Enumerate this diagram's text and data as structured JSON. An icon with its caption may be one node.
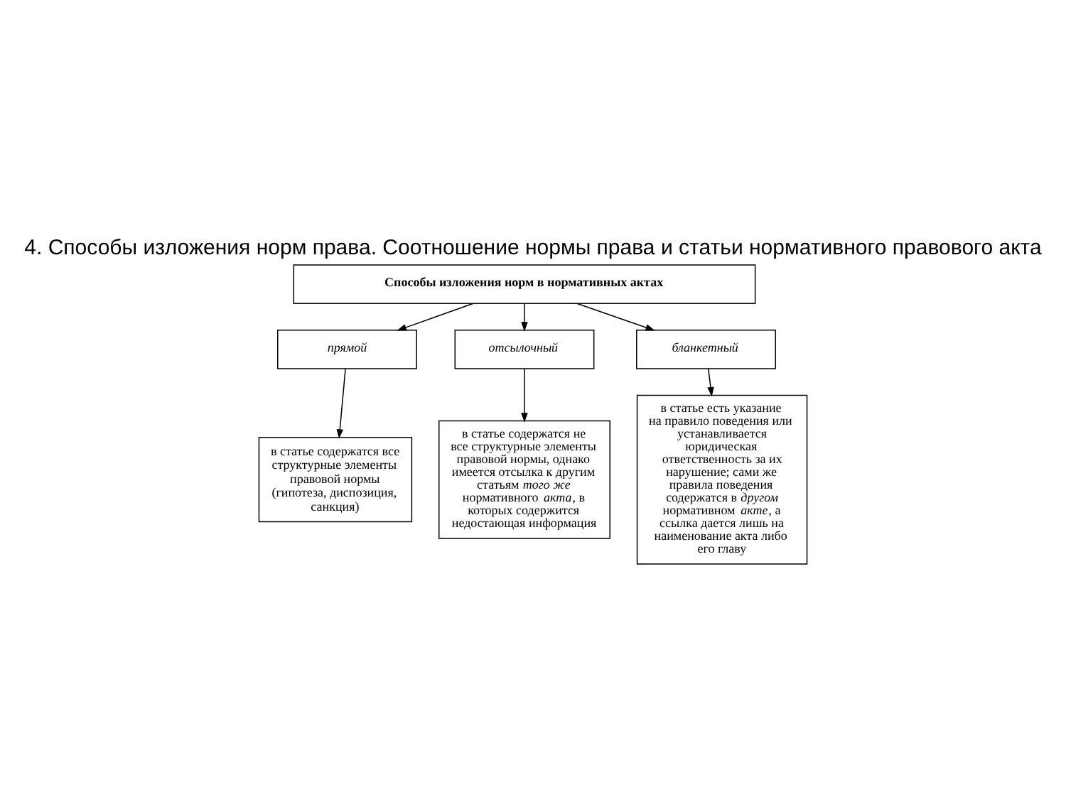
{
  "diagram": {
    "title": "4. Способы изложения норм права. Соотношение нормы права и статьи нормативного правового акта",
    "nodes": [
      {
        "text": [
          "Способы изложения норм в нормативных актах"
        ]
      },
      {
        "text": [
          "прямой"
        ]
      },
      {
        "text": [
          "отсылочный"
        ]
      },
      {
        "text": [
          "бланкетный"
        ]
      },
      {
        "text": [
          "в статье содержатся все структурные элементы правовой нормы (гипотеза, диспозиция, санкция)"
        ]
      },
      {
        "text": [
          "в статье содержатся не все структурные элементы правовой нормы, однако имеется отсылка к другим статьям *того же* нормативного *акта*, в которых содержится недостающая информация"
        ]
      },
      {
        "text": [
          "в статье есть указание на правило поведения или устанавливается юридическая ответственность за их нарушение; сами же правила поведения содержатся в *другом* нормативном *акте*, а ссылка дается лишь на наименование акта либо его главу"
        ]
      }
    ],
    "edges": [
      {
        "from": 0,
        "to": 1,
        "arrow": "to"
      },
      {
        "from": 0,
        "to": 2,
        "arrow": "to"
      },
      {
        "from": 0,
        "to": 3,
        "arrow": "to"
      },
      {
        "from": 1,
        "to": 4,
        "arrow": "to"
      },
      {
        "from": 2,
        "to": 5,
        "arrow": "to"
      },
      {
        "from": 3,
        "to": 6,
        "arrow": "to"
      }
    ]
  }
}
